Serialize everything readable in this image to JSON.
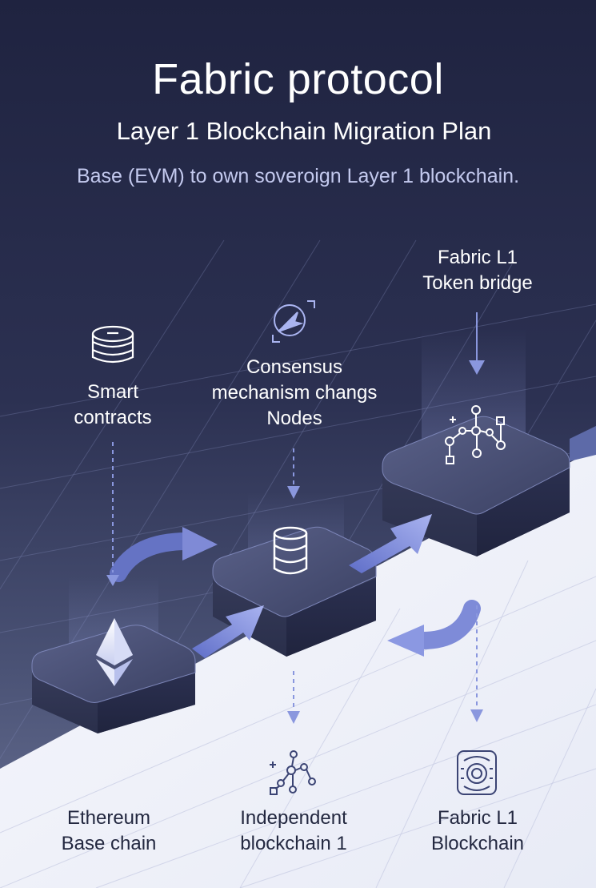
{
  "header": {
    "title": "Fabric protocol",
    "subtitle": "Layer 1 Blockchain Migration Plan",
    "tagline": "Base (EVM) to own soveroign Layer 1 blockchain."
  },
  "diagram": {
    "nodes": [
      {
        "id": "ethereum",
        "label_lines": [
          "Ethereum",
          "Base chain"
        ],
        "icon": "ethereum-diamond-icon"
      },
      {
        "id": "independent",
        "label_lines": [
          "Independent",
          "blockchain 1"
        ],
        "icon": "database-stack-icon"
      },
      {
        "id": "fabric-l1",
        "label_lines": [
          "Fabric L1",
          "Blockchain"
        ],
        "icon": "network-graph-icon"
      }
    ],
    "inputs": [
      {
        "id": "smart-contracts",
        "label_lines": [
          "Smart",
          "contracts"
        ],
        "icon": "coin-stack-icon",
        "target": "ethereum"
      },
      {
        "id": "consensus",
        "label_lines": [
          "Consensus",
          "mechanism changs",
          "Nodes"
        ],
        "icon": "compass-icon",
        "target": "independent"
      },
      {
        "id": "token-bridge",
        "label_lines": [
          "Fabric L1",
          "Token bridge"
        ],
        "target": "fabric-l1"
      }
    ],
    "output_icons": [
      "network-graph-icon",
      "chip-coin-icon"
    ],
    "colors": {
      "background_top": "#1f2340",
      "background_mid": "#3a4163",
      "floor": "#eef0f8",
      "accent": "#8b9ae6",
      "block": "#424868"
    }
  }
}
